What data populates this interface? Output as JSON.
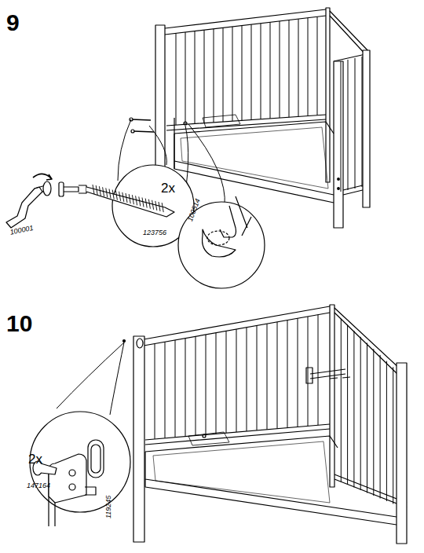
{
  "diagram": {
    "labels": [
      "9",
      "2x",
      "100001",
      "123756",
      "100514",
      "10",
      "2x",
      "147164",
      "119245"
    ]
  }
}
